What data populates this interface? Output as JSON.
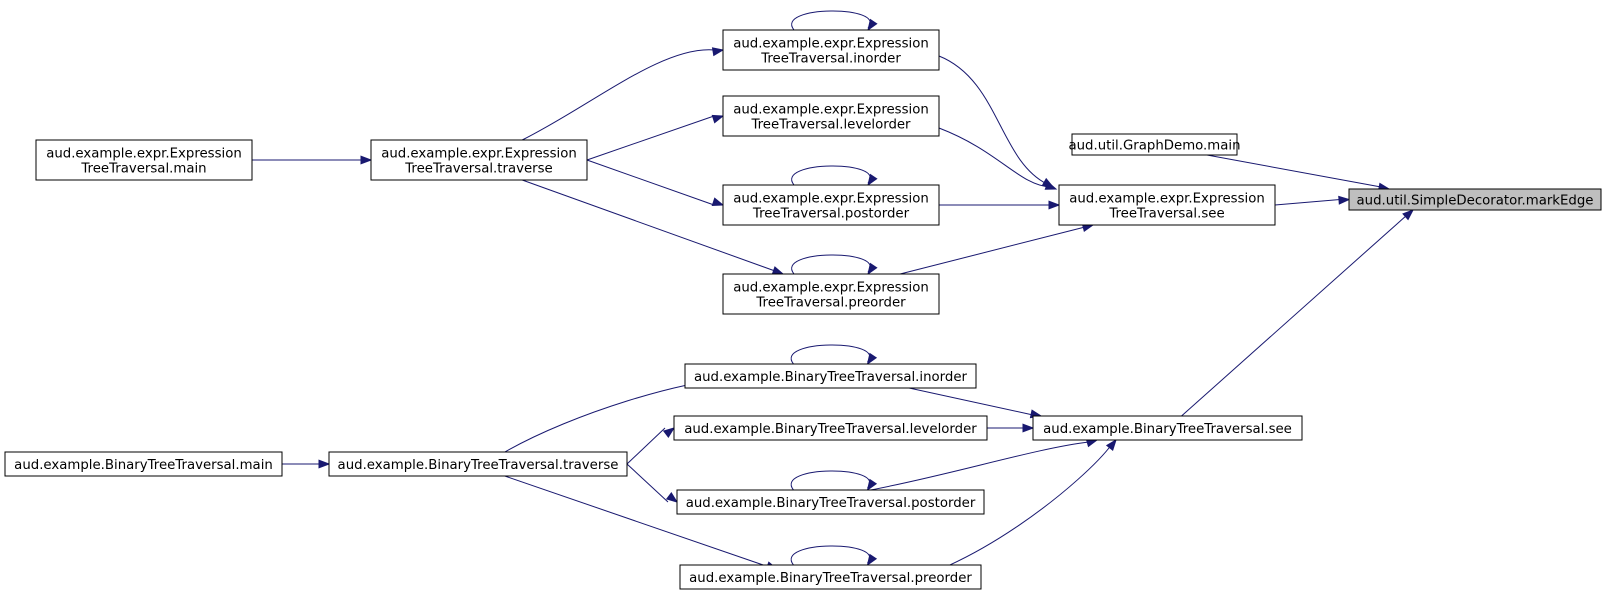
{
  "diagram": {
    "type": "doxygen-caller-graph",
    "edge_color": "#191970",
    "highlight_fill": "#bfbfbf",
    "nodes": [
      {
        "id": "markEdge",
        "lines": [
          "aud.util.SimpleDecorator.markEdge"
        ],
        "highlight": true
      },
      {
        "id": "graphDemoMain",
        "lines": [
          "aud.util.GraphDemo.main"
        ]
      },
      {
        "id": "exprSee",
        "lines": [
          "aud.example.expr.Expression",
          "TreeTraversal.see"
        ]
      },
      {
        "id": "exprInorder",
        "lines": [
          "aud.example.expr.Expression",
          "TreeTraversal.inorder"
        ]
      },
      {
        "id": "exprLevelorder",
        "lines": [
          "aud.example.expr.Expression",
          "TreeTraversal.levelorder"
        ]
      },
      {
        "id": "exprPostorder",
        "lines": [
          "aud.example.expr.Expression",
          "TreeTraversal.postorder"
        ]
      },
      {
        "id": "exprPreorder",
        "lines": [
          "aud.example.expr.Expression",
          "TreeTraversal.preorder"
        ]
      },
      {
        "id": "exprTraverse",
        "lines": [
          "aud.example.expr.Expression",
          "TreeTraversal.traverse"
        ]
      },
      {
        "id": "exprMain",
        "lines": [
          "aud.example.expr.Expression",
          "TreeTraversal.main"
        ]
      },
      {
        "id": "btSee",
        "lines": [
          "aud.example.BinaryTreeTraversal.see"
        ]
      },
      {
        "id": "btInorder",
        "lines": [
          "aud.example.BinaryTreeTraversal.inorder"
        ]
      },
      {
        "id": "btLevelorder",
        "lines": [
          "aud.example.BinaryTreeTraversal.levelorder"
        ]
      },
      {
        "id": "btPostorder",
        "lines": [
          "aud.example.BinaryTreeTraversal.postorder"
        ]
      },
      {
        "id": "btPreorder",
        "lines": [
          "aud.example.BinaryTreeTraversal.preorder"
        ]
      },
      {
        "id": "btTraverse",
        "lines": [
          "aud.example.BinaryTreeTraversal.traverse"
        ]
      },
      {
        "id": "btMain",
        "lines": [
          "aud.example.BinaryTreeTraversal.main"
        ]
      }
    ],
    "edges": [
      {
        "from": "graphDemoMain",
        "to": "markEdge"
      },
      {
        "from": "exprSee",
        "to": "markEdge"
      },
      {
        "from": "btSee",
        "to": "markEdge"
      },
      {
        "from": "exprInorder",
        "to": "exprSee"
      },
      {
        "from": "exprLevelorder",
        "to": "exprSee"
      },
      {
        "from": "exprPostorder",
        "to": "exprSee"
      },
      {
        "from": "exprPreorder",
        "to": "exprSee"
      },
      {
        "from": "exprInorder",
        "to": "exprInorder"
      },
      {
        "from": "exprPostorder",
        "to": "exprPostorder"
      },
      {
        "from": "exprPreorder",
        "to": "exprPreorder"
      },
      {
        "from": "exprTraverse",
        "to": "exprInorder"
      },
      {
        "from": "exprTraverse",
        "to": "exprLevelorder"
      },
      {
        "from": "exprTraverse",
        "to": "exprPostorder"
      },
      {
        "from": "exprTraverse",
        "to": "exprPreorder"
      },
      {
        "from": "exprMain",
        "to": "exprTraverse"
      },
      {
        "from": "btInorder",
        "to": "btSee"
      },
      {
        "from": "btLevelorder",
        "to": "btSee"
      },
      {
        "from": "btPostorder",
        "to": "btSee"
      },
      {
        "from": "btPreorder",
        "to": "btSee"
      },
      {
        "from": "btInorder",
        "to": "btInorder"
      },
      {
        "from": "btPostorder",
        "to": "btPostorder"
      },
      {
        "from": "btPreorder",
        "to": "btPreorder"
      },
      {
        "from": "btTraverse",
        "to": "btInorder"
      },
      {
        "from": "btTraverse",
        "to": "btLevelorder"
      },
      {
        "from": "btTraverse",
        "to": "btPostorder"
      },
      {
        "from": "btTraverse",
        "to": "btPreorder"
      },
      {
        "from": "btMain",
        "to": "btTraverse"
      }
    ]
  }
}
